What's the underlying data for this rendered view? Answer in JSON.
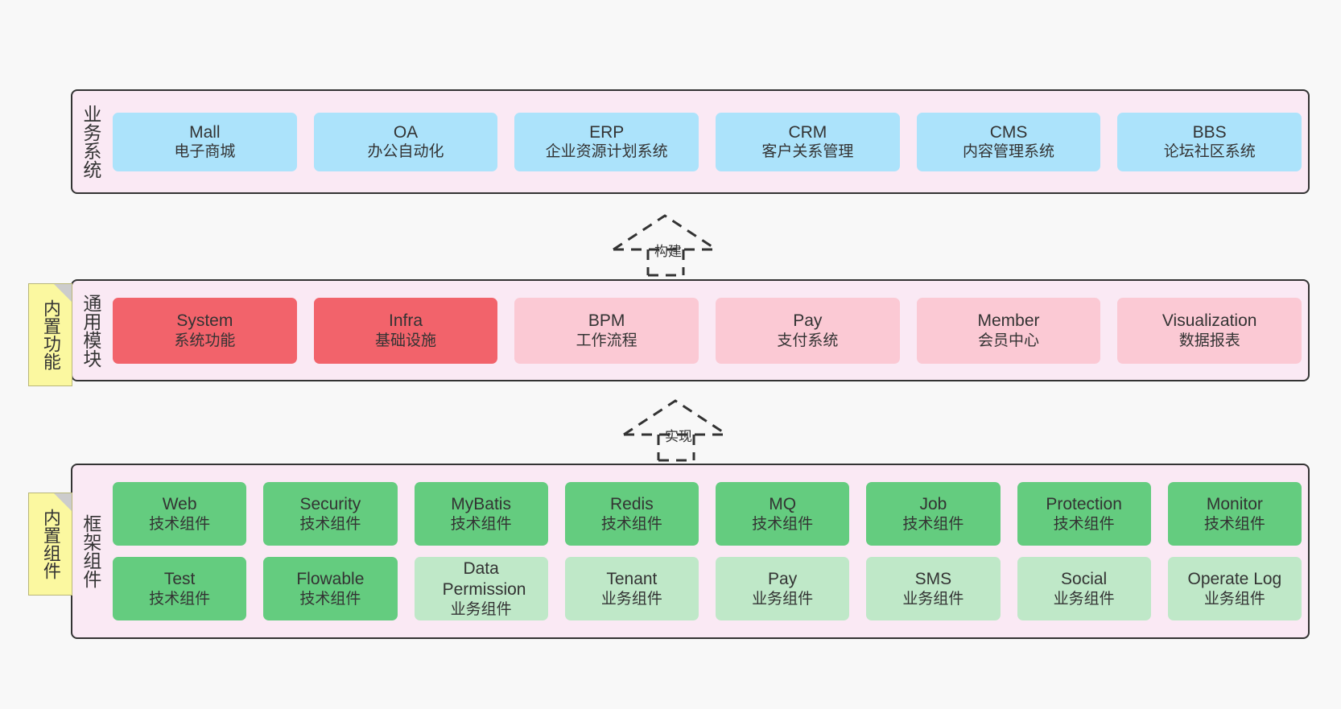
{
  "diagram": {
    "background": "#f8f8f8",
    "panel_fill": "#fae9f4",
    "panel_border": "#333333",
    "note_fill": "#fbf8a0"
  },
  "layers": [
    {
      "id": "business-systems",
      "title": "业务系统",
      "rows": [
        {
          "cards": [
            {
              "name": "Mall",
              "sub": "电子商城",
              "color": "#ace3fb",
              "style": "c-blue"
            },
            {
              "name": "OA",
              "sub": "办公自动化",
              "color": "#ace3fb",
              "style": "c-blue"
            },
            {
              "name": "ERP",
              "sub": "企业资源计划系统",
              "color": "#ace3fb",
              "style": "c-blue"
            },
            {
              "name": "CRM",
              "sub": "客户关系管理",
              "color": "#ace3fb",
              "style": "c-blue"
            },
            {
              "name": "CMS",
              "sub": "内容管理系统",
              "color": "#ace3fb",
              "style": "c-blue"
            },
            {
              "name": "BBS",
              "sub": "论坛社区系统",
              "color": "#ace3fb",
              "style": "c-blue"
            }
          ]
        }
      ]
    },
    {
      "id": "common-modules",
      "title": "通用模块",
      "note": "内置功能",
      "rows": [
        {
          "cards": [
            {
              "name": "System",
              "sub": "系统功能",
              "color": "#f2636b",
              "style": "c-red"
            },
            {
              "name": "Infra",
              "sub": "基础设施",
              "color": "#f2636b",
              "style": "c-red"
            },
            {
              "name": "BPM",
              "sub": "工作流程",
              "color": "#fbc9d4",
              "style": "c-pink"
            },
            {
              "name": "Pay",
              "sub": "支付系统",
              "color": "#fbc9d4",
              "style": "c-pink"
            },
            {
              "name": "Member",
              "sub": "会员中心",
              "color": "#fbc9d4",
              "style": "c-pink"
            },
            {
              "name": "Visualization",
              "sub": "数据报表",
              "color": "#fbc9d4",
              "style": "c-pink"
            }
          ]
        }
      ]
    },
    {
      "id": "framework-components",
      "title": "框架组件",
      "note": "内置组件",
      "rows": [
        {
          "cards": [
            {
              "name": "Web",
              "sub": "技术组件",
              "color": "#64cc7f",
              "style": "c-green"
            },
            {
              "name": "Security",
              "sub": "技术组件",
              "color": "#64cc7f",
              "style": "c-green"
            },
            {
              "name": "MyBatis",
              "sub": "技术组件",
              "color": "#64cc7f",
              "style": "c-green"
            },
            {
              "name": "Redis",
              "sub": "技术组件",
              "color": "#64cc7f",
              "style": "c-green"
            },
            {
              "name": "MQ",
              "sub": "技术组件",
              "color": "#64cc7f",
              "style": "c-green"
            },
            {
              "name": "Job",
              "sub": "技术组件",
              "color": "#64cc7f",
              "style": "c-green"
            },
            {
              "name": "Protection",
              "sub": "技术组件",
              "color": "#64cc7f",
              "style": "c-green"
            },
            {
              "name": "Monitor",
              "sub": "技术组件",
              "color": "#64cc7f",
              "style": "c-green"
            }
          ]
        },
        {
          "cards": [
            {
              "name": "Test",
              "sub": "技术组件",
              "color": "#64cc7f",
              "style": "c-green"
            },
            {
              "name": "Flowable",
              "sub": "技术组件",
              "color": "#64cc7f",
              "style": "c-green"
            },
            {
              "name": "Data Permission",
              "sub": "业务组件",
              "color": "#bfe8c8",
              "style": "c-green-light"
            },
            {
              "name": "Tenant",
              "sub": "业务组件",
              "color": "#bfe8c8",
              "style": "c-green-light"
            },
            {
              "name": "Pay",
              "sub": "业务组件",
              "color": "#bfe8c8",
              "style": "c-green-light"
            },
            {
              "name": "SMS",
              "sub": "业务组件",
              "color": "#bfe8c8",
              "style": "c-green-light"
            },
            {
              "name": "Social",
              "sub": "业务组件",
              "color": "#bfe8c8",
              "style": "c-green-light"
            },
            {
              "name": "Operate Log",
              "sub": "业务组件",
              "color": "#bfe8c8",
              "style": "c-green-light"
            }
          ]
        }
      ]
    }
  ],
  "arrows": [
    {
      "id": "build",
      "label": "构建",
      "style": "dashed-hollow-triangle"
    },
    {
      "id": "implement",
      "label": "实现",
      "style": "dashed-hollow-triangle"
    }
  ]
}
